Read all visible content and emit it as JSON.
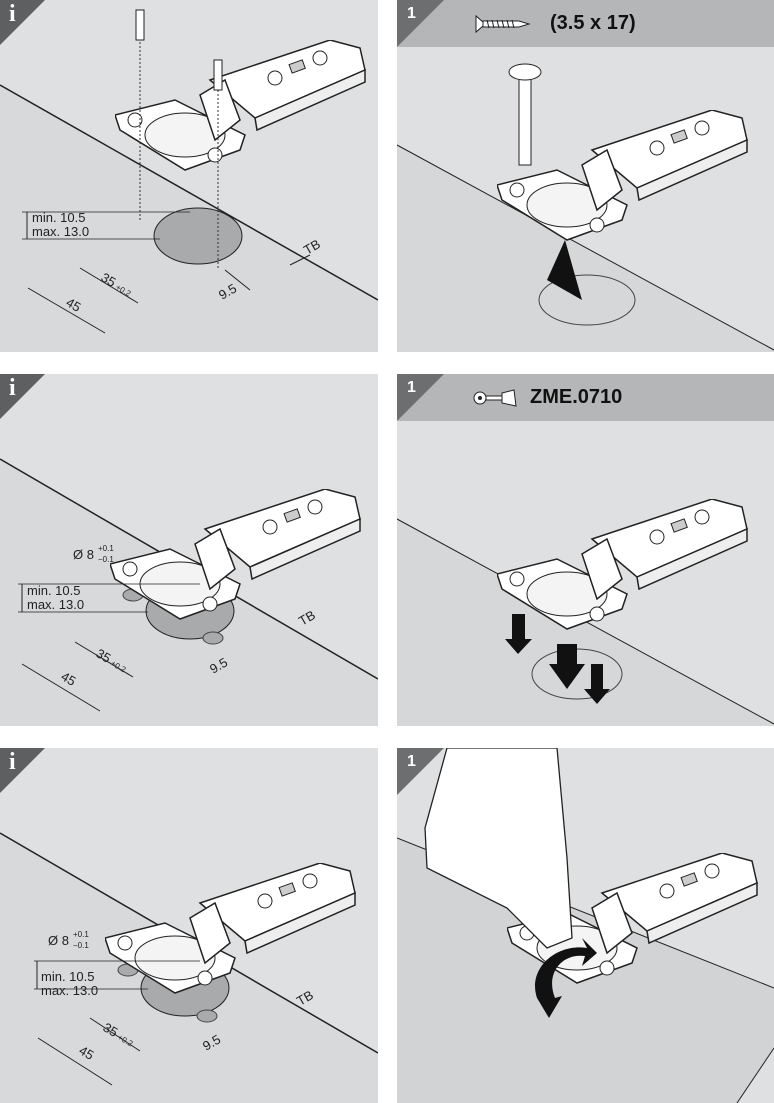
{
  "panels": [
    {
      "marker": "i",
      "dims": {
        "min": "min. 10.5",
        "max": "max. 13.0",
        "d35": "35",
        "tol35": "+0.2",
        "d45": "45",
        "d95": "9.5",
        "tb": "TB"
      }
    },
    {
      "marker": "1",
      "header": "(3.5 x 17)",
      "header_icon": "screw-icon"
    },
    {
      "marker": "i",
      "dims": {
        "dia": "Ø 8",
        "dia_tol_plus": "+0.1",
        "dia_tol_minus": "−0.1",
        "min": "min. 10.5",
        "max": "max. 13.0",
        "d35": "35",
        "tol35": "+0.2",
        "d45": "45",
        "d95": "9.5",
        "tb": "TB"
      }
    },
    {
      "marker": "1",
      "header": "ZME.0710",
      "header_icon": "dowel-insertion-tool-icon"
    },
    {
      "marker": "i",
      "dims": {
        "dia": "Ø 8",
        "dia_tol_plus": "+0.1",
        "dia_tol_minus": "−0.1",
        "min": "min. 10.5",
        "max": "max. 13.0",
        "d35": "35",
        "tol35": "+0.2",
        "d45": "45",
        "d95": "9.5",
        "tb": "TB"
      }
    },
    {
      "marker": "1"
    }
  ],
  "colors": {
    "panel": "#dfe0e1",
    "header": "#b5b6b8",
    "marker": "#6d6e70"
  }
}
